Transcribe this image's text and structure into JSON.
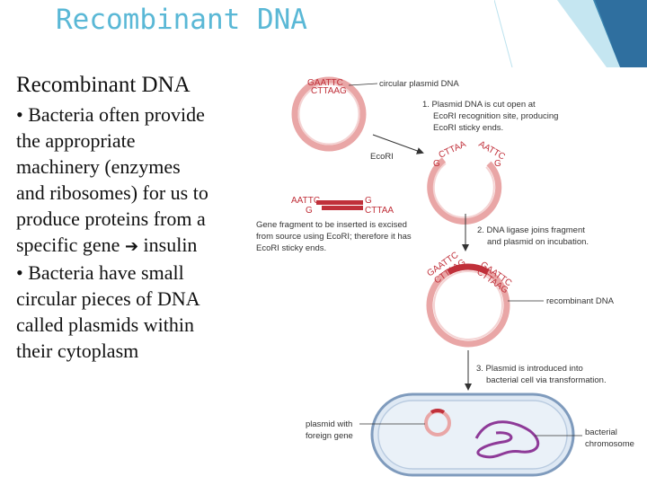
{
  "slide": {
    "title": "Recombinant DNA",
    "heading": "Recombinant DNA",
    "bullet1_lines": [
      "• Bacteria often provide",
      "the appropriate",
      "machinery (enzymes",
      "and ribosomes) for us to",
      "produce proteins from a"
    ],
    "bullet1_last_pre": "specific gene",
    "bullet1_arrow_icon": "right-arrow-icon",
    "bullet1_last_post": "insulin",
    "bullet2_lines": [
      "• Bacteria have small",
      "circular pieces of DNA",
      "called plasmids within",
      "their cytoplasm"
    ]
  },
  "diagram": {
    "labels": {
      "circular_plasmid": "circular plasmid DNA",
      "step1": [
        "1. Plasmid DNA is cut open at",
        "EcoRI recognition site, producing",
        "EcoRI sticky ends."
      ],
      "ecori": "EcoRI",
      "gene_fragment": [
        "Gene fragment to be inserted is excised",
        "from source using EcoRI; therefore it has",
        "EcoRI sticky ends."
      ],
      "step2": [
        "2. DNA ligase joins fragment",
        "and plasmid on incubation."
      ],
      "recombinant": "recombinant DNA",
      "step3": [
        "3. Plasmid is introduced into",
        "bacterial cell via transformation."
      ],
      "plasmid_with": [
        "plasmid with",
        "foreign gene"
      ],
      "bacterial": [
        "bacterial",
        "chromosome"
      ]
    },
    "sequences": {
      "top_plasmid": [
        "GAATTC",
        "CTTAAG"
      ],
      "cut_left": [
        "G",
        "CTTAA"
      ],
      "cut_right": [
        "AATTC",
        "G"
      ],
      "fragment_left": [
        "AATTC",
        "G"
      ],
      "fragment_right": [
        "G",
        "CTTAA"
      ],
      "recomb_left": [
        "GAATTC",
        "CTTAAG"
      ],
      "recomb_right": [
        "GAATTC",
        "CTTAAG"
      ]
    },
    "colors": {
      "plasmid": "#e9a6a6",
      "plasmid_inner": "#f4d3d3",
      "dna_red": "#c0303a",
      "cell_fill": "#dfe9f4",
      "cell_stroke": "#7f9bbd",
      "chromosome": "#8e3a98",
      "arrow": "#333333"
    }
  }
}
